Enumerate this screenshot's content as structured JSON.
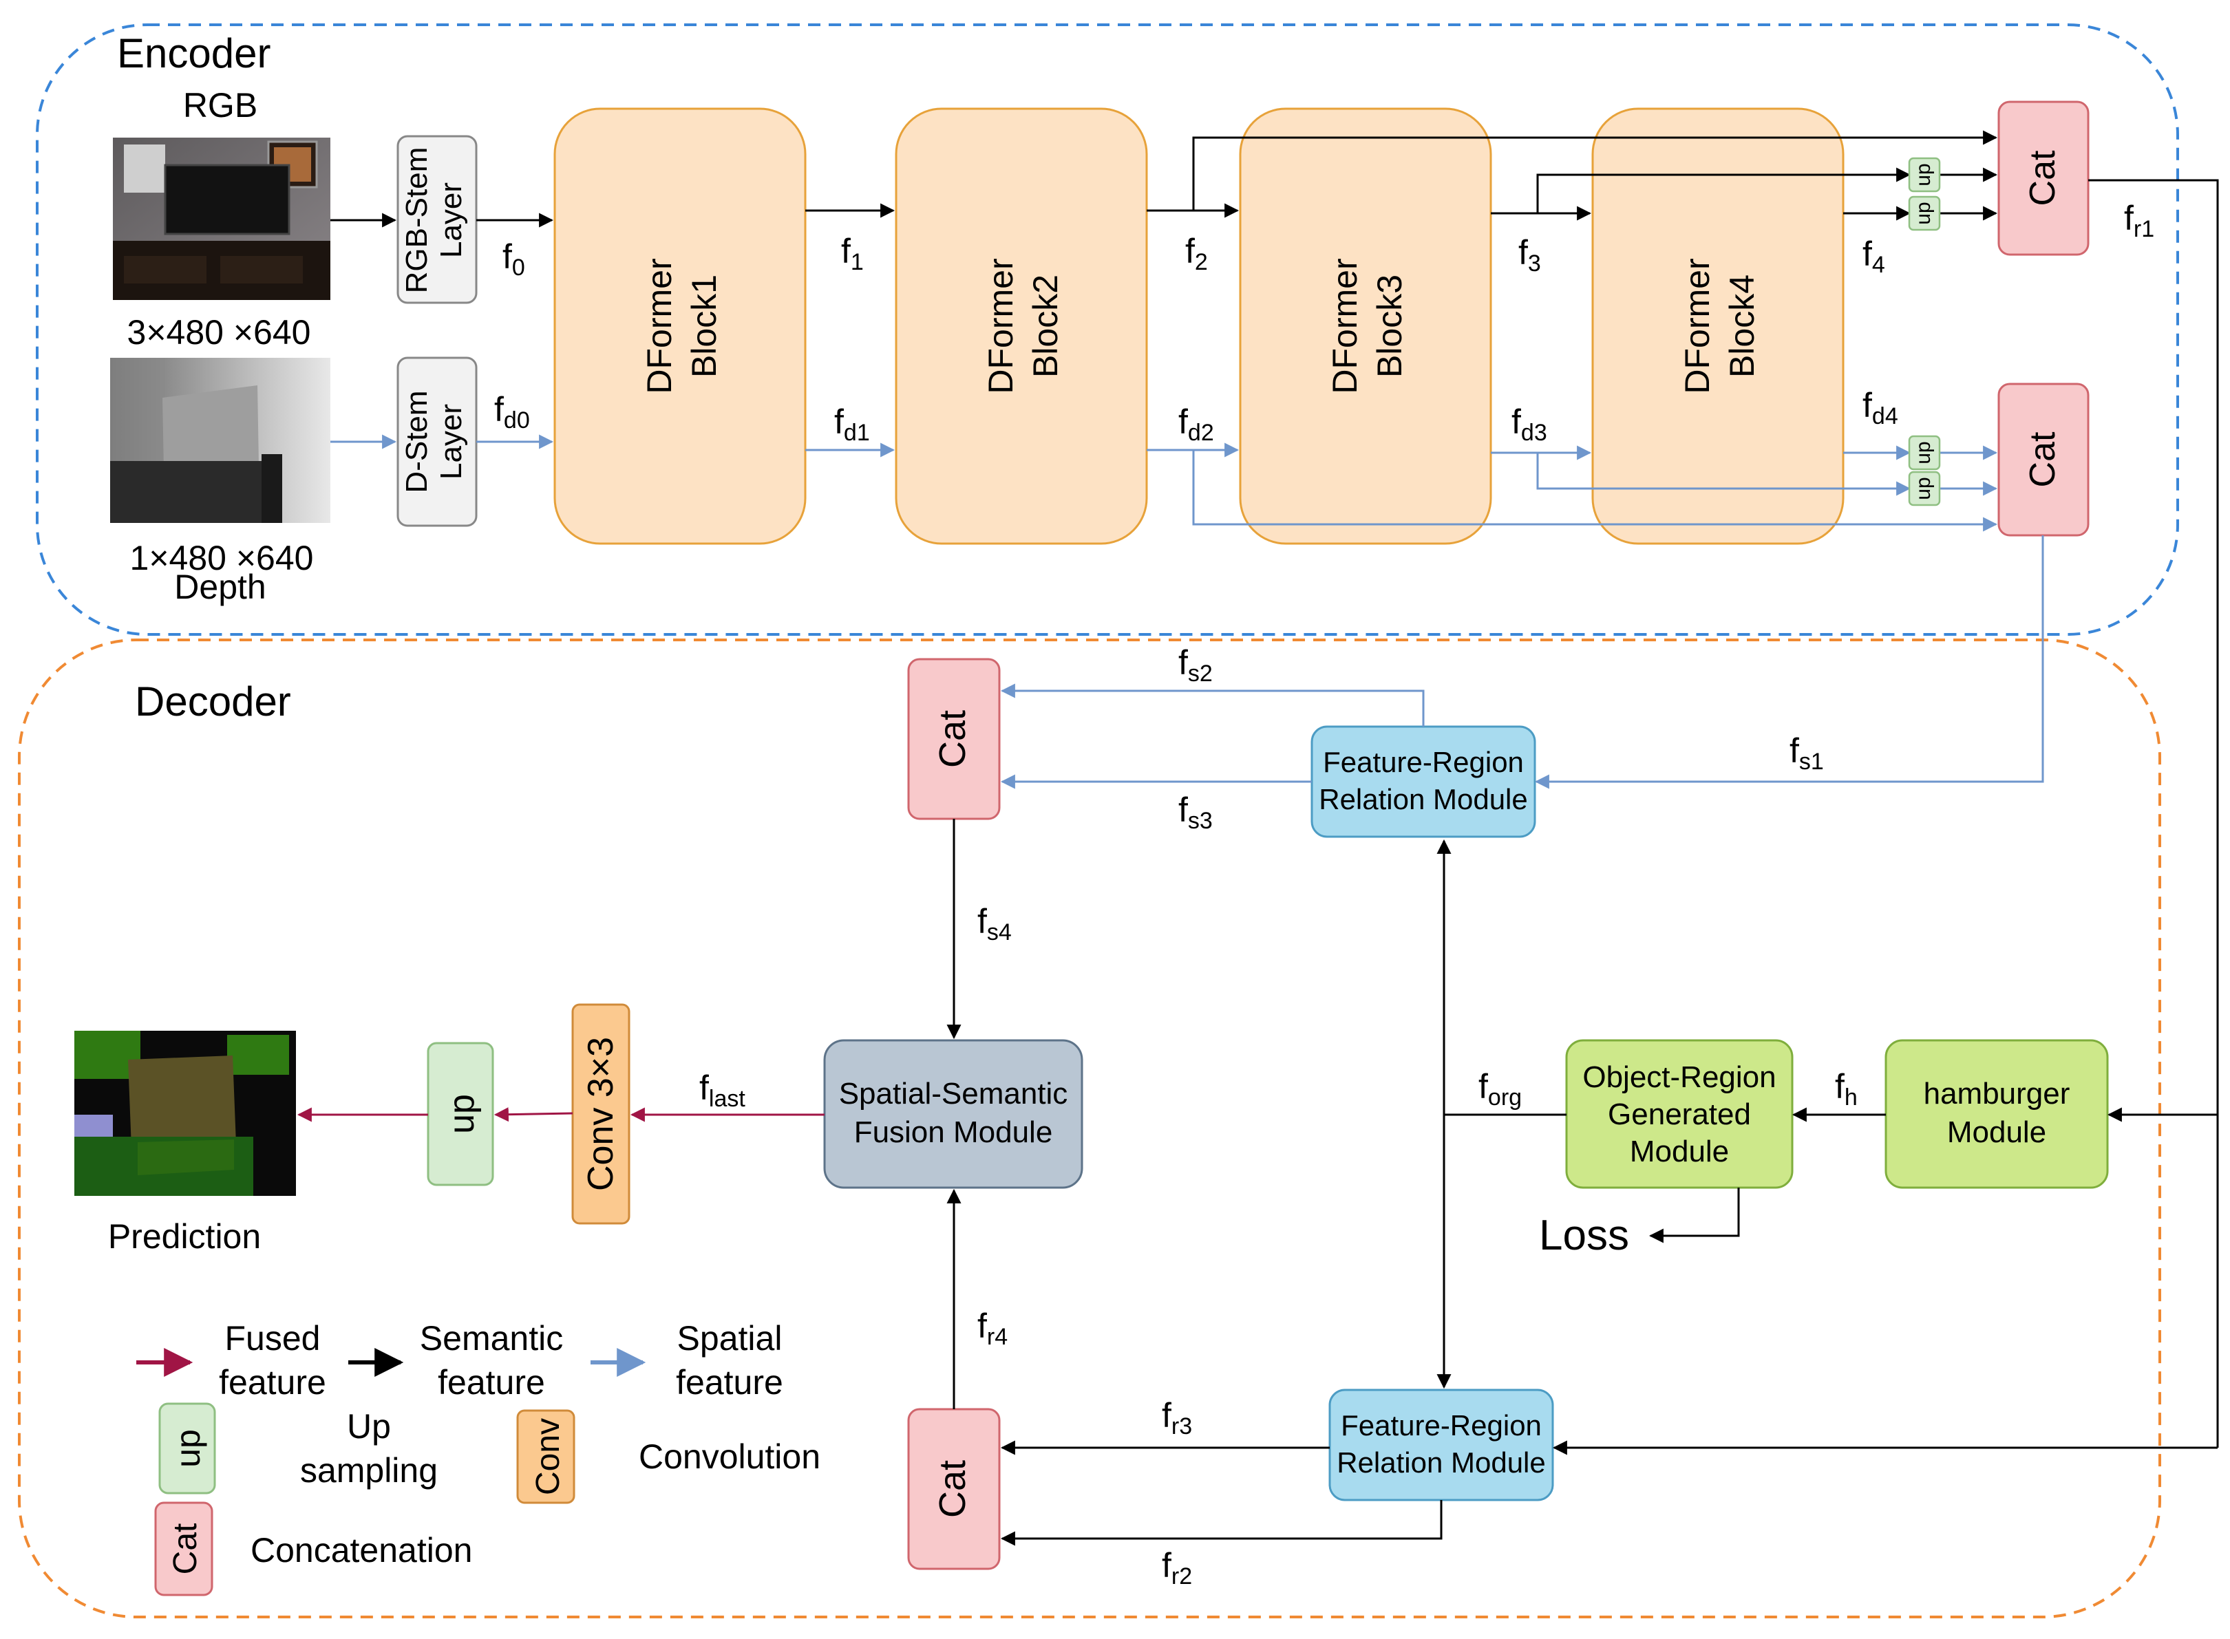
{
  "encoder": {
    "title": "Encoder",
    "rgb_label": "RGB",
    "rgb_size": "3×480 ×640",
    "depth_size": "1×480 ×640",
    "depth_label": "Depth",
    "rgb_stem": [
      "RGB-Stem",
      "Layer"
    ],
    "d_stem": [
      "D-Stem",
      "Layer"
    ],
    "blocks": [
      [
        "DFormer",
        "Block1"
      ],
      [
        "DFormer",
        "Block2"
      ],
      [
        "DFormer",
        "Block3"
      ],
      [
        "DFormer",
        "Block4"
      ]
    ],
    "up_label": "up",
    "cat_label": "Cat",
    "features": {
      "f0": {
        "base": "f",
        "sub": "0"
      },
      "f1": {
        "base": "f",
        "sub": "1"
      },
      "f2": {
        "base": "f",
        "sub": "2"
      },
      "f3": {
        "base": "f",
        "sub": "3"
      },
      "f4": {
        "base": "f",
        "sub": "4"
      },
      "fd0": {
        "base": "f",
        "sub": "d0"
      },
      "fd1": {
        "base": "f",
        "sub": "d1"
      },
      "fd2": {
        "base": "f",
        "sub": "d2"
      },
      "fd3": {
        "base": "f",
        "sub": "d3"
      },
      "fd4": {
        "base": "f",
        "sub": "d4"
      },
      "fr1": {
        "base": "f",
        "sub": "r1"
      }
    }
  },
  "decoder": {
    "title": "Decoder",
    "cat_label": "Cat",
    "frrm": [
      "Feature-Region",
      "Relation Module"
    ],
    "orgm": [
      "Object-Region",
      "Generated",
      "Module"
    ],
    "hamburger": [
      "hamburger",
      "Module"
    ],
    "ssfm": [
      "Spatial-Semantic",
      "Fusion Module"
    ],
    "conv": "Conv 3×3",
    "up_label": "up",
    "prediction": "Prediction",
    "loss": "Loss",
    "features": {
      "fs1": {
        "base": "f",
        "sub": "s1"
      },
      "fs2": {
        "base": "f",
        "sub": "s2"
      },
      "fs3": {
        "base": "f",
        "sub": "s3"
      },
      "fs4": {
        "base": "f",
        "sub": "s4"
      },
      "forg": {
        "base": "f",
        "sub": "org"
      },
      "fh": {
        "base": "f",
        "sub": "h"
      },
      "flast": {
        "base": "f",
        "sub": "last"
      },
      "fr2": {
        "base": "f",
        "sub": "r2"
      },
      "fr3": {
        "base": "f",
        "sub": "r3"
      },
      "fr4": {
        "base": "f",
        "sub": "r4"
      }
    }
  },
  "legend": {
    "fused": [
      "Fused",
      "feature"
    ],
    "semantic": [
      "Semantic",
      "feature"
    ],
    "spatial": [
      "Spatial",
      "feature"
    ],
    "up_icon": "up",
    "upsampling": [
      "Up",
      "sampling"
    ],
    "conv_icon": "Conv",
    "convolution": "Convolution",
    "cat_icon": "Cat",
    "concatenation": "Concatenation"
  },
  "colors": {
    "encoder_border": "#3a86d8",
    "decoder_border": "#f08a33",
    "block_fill": "#fde2c4",
    "block_stroke": "#e7a23a",
    "cat_fill": "#f8c9cb",
    "cat_stroke": "#d0666d",
    "up_fill": "#d6ecd1",
    "up_stroke": "#8fbf82",
    "frrm_fill": "#a8dbef",
    "frrm_stroke": "#4c9cc4",
    "green_fill": "#cde88a",
    "green_stroke": "#7fae3c",
    "ssfm_fill": "#b9c6d3",
    "ssfm_stroke": "#5d7389",
    "conv_fill": "#fbc98f",
    "conv_stroke": "#d08b3a",
    "semantic_arrow": "#000000",
    "spatial_arrow": "#6f96cc",
    "fused_arrow": "#a01545"
  }
}
